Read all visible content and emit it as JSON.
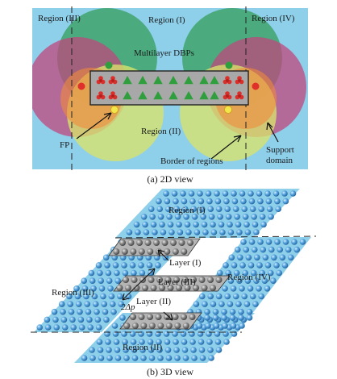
{
  "top": {
    "labels": {
      "region_iii": "Region (III)",
      "region_i": "Region (I)",
      "region_iv": "Region (IV)",
      "region_ii": "Region (II)",
      "multilayer": "Multilayer DBPs",
      "fp": "FP",
      "border": "Border of regions",
      "support_line1": "Support",
      "support_line2": "domain"
    },
    "caption": "(a) 2D view"
  },
  "bottom": {
    "labels": {
      "region_i": "Region (I)",
      "region_iii": "Region (III)",
      "region_iv": "Region (IV)",
      "region_ii": "Region (II)",
      "layer_i": "Layer (I)",
      "layer_iii": "Layer (III)",
      "layer_ii": "Layer (II)",
      "delta_p": "2Δp"
    },
    "caption": "(b) 3D view"
  },
  "colors": {
    "background_blue": "#8ecfea",
    "circle_green": "#3fa56c",
    "circle_magenta": "#c2427a",
    "circle_yellow": "#d8e36a",
    "circle_orange": "#f08a3c",
    "strip_gray": "#a8a8a8",
    "particle_blue": "#3b8bcc",
    "particle_gray": "#6f6f6f",
    "triangle_green": "#2f9e3c",
    "star_red": "#d9302c"
  }
}
